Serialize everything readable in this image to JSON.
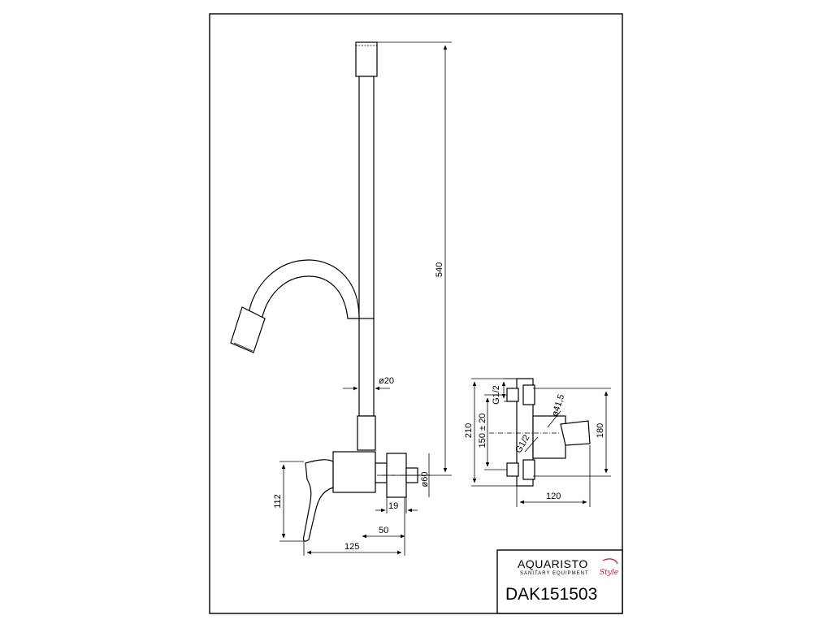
{
  "dimensions": {
    "riser_height": "540",
    "pipe_diameter": "ø20",
    "flange_diameter": "ø60",
    "lever_height": "112",
    "nut_width": "19",
    "body_offset": "50",
    "overall_width": "125",
    "thread_top": "G1/2",
    "thread_mid": "G1/2",
    "outlet_diameter": "ø41,5",
    "total_height": "210",
    "connection_spacing": "150 ± 20",
    "body_height": "180",
    "depth": "120"
  },
  "title_block": {
    "brand": "AQUARISTO",
    "brand_subtitle": "SANITARY EQUIPMENT",
    "brand_script": "Style",
    "model_code": "DAK151503"
  },
  "colors": {
    "line": "#000000",
    "background": "#ffffff",
    "accent": "#c8102e"
  }
}
